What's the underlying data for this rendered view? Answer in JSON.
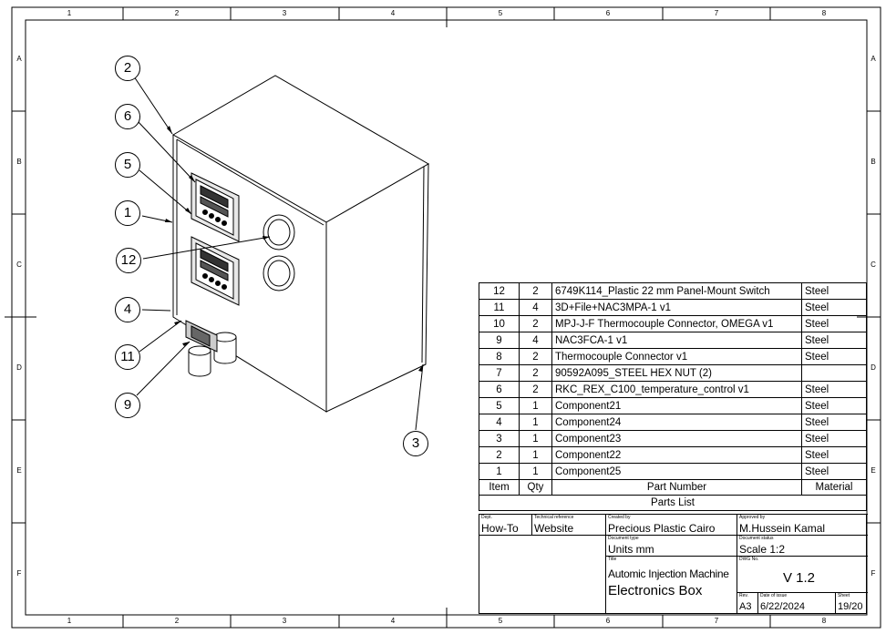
{
  "zones": {
    "columns": [
      "1",
      "2",
      "3",
      "4",
      "5",
      "6",
      "7",
      "8"
    ],
    "rows": [
      "A",
      "B",
      "C",
      "D",
      "E",
      "F"
    ]
  },
  "balloons": [
    "2",
    "6",
    "5",
    "1",
    "12",
    "4",
    "11",
    "9",
    "3"
  ],
  "parts_list": {
    "headers": {
      "item": "Item",
      "qty": "Qty",
      "part_number": "Part Number",
      "material": "Material"
    },
    "caption": "Parts List",
    "rows": [
      {
        "item": "12",
        "qty": "2",
        "part": "6749K114_Plastic 22 mm Panel-Mount Switch",
        "material": "Steel"
      },
      {
        "item": "11",
        "qty": "4",
        "part": "3D+File+NAC3MPA-1 v1",
        "material": "Steel"
      },
      {
        "item": "10",
        "qty": "2",
        "part": "MPJ-J-F Thermocouple Connector, OMEGA v1",
        "material": "Steel"
      },
      {
        "item": "9",
        "qty": "4",
        "part": "NAC3FCA-1 v1",
        "material": "Steel"
      },
      {
        "item": "8",
        "qty": "2",
        "part": "Thermocouple Connector v1",
        "material": "Steel"
      },
      {
        "item": "7",
        "qty": "2",
        "part": "90592A095_STEEL HEX NUT (2)",
        "material": ""
      },
      {
        "item": "6",
        "qty": "2",
        "part": "RKC_REX_C100_temperature_control v1",
        "material": "Steel"
      },
      {
        "item": "5",
        "qty": "1",
        "part": "Component21",
        "material": "Steel"
      },
      {
        "item": "4",
        "qty": "1",
        "part": "Component24",
        "material": "Steel"
      },
      {
        "item": "3",
        "qty": "1",
        "part": "Component23",
        "material": "Steel"
      },
      {
        "item": "2",
        "qty": "1",
        "part": "Component22",
        "material": "Steel"
      },
      {
        "item": "1",
        "qty": "1",
        "part": "Component25",
        "material": "Steel"
      }
    ]
  },
  "title_block": {
    "dept": {
      "label": "Dept.",
      "value": "How-To"
    },
    "tech_ref": {
      "label": "Technical reference",
      "value": "Website"
    },
    "created_by": {
      "label": "Created by",
      "value": "Precious Plastic Cairo"
    },
    "approved_by": {
      "label": "Approved by",
      "value": "M.Hussein Kamal"
    },
    "doc_type": {
      "label": "Document type",
      "value": "Units mm"
    },
    "doc_status": {
      "label": "Document status",
      "value": "Scale 1:2"
    },
    "title": {
      "label": "Title",
      "line1": "Automic Injection Machine",
      "line2": "Electronics Box"
    },
    "dwg_no": {
      "label": "DWG No.",
      "value": "V 1.2"
    },
    "rev": {
      "label": "Rev.",
      "value": "A3"
    },
    "date": {
      "label": "Date of issue",
      "value": "6/22/2024"
    },
    "sheet": {
      "label": "Sheet",
      "value": "19/20"
    }
  }
}
